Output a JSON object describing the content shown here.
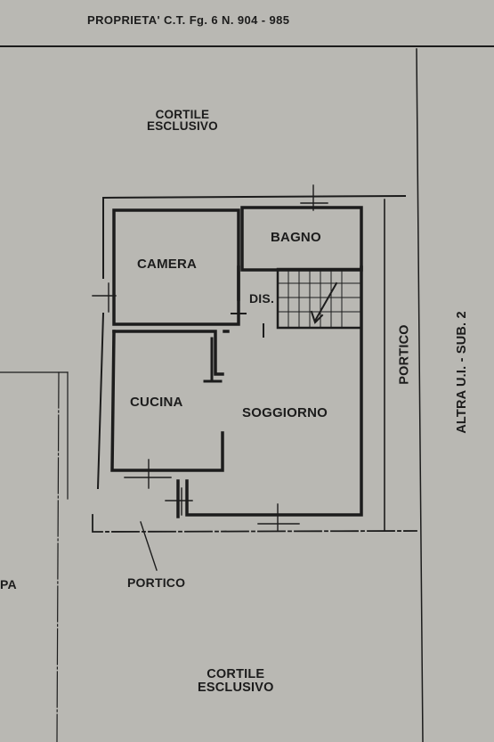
{
  "header": {
    "cadastral": "PROPRIETA' C.T. Fg. 6 N. 904 - 985"
  },
  "yard": {
    "top_line1": "CORTILE",
    "top_line2": "ESCLUSIVO",
    "bottom_line1": "CORTILE",
    "bottom_line2": "ESCLUSIVO"
  },
  "rooms": {
    "camera": "CAMERA",
    "bagno": "BAGNO",
    "dis": "DIS.",
    "cucina": "CUCINA",
    "soggiorno": "SOGGIORNO"
  },
  "portico": {
    "side": "PORTICO",
    "front": "PORTICO"
  },
  "neighbor": {
    "unit": "ALTRA U.I. - SUB. 2",
    "left_fragment": "PA"
  },
  "colors": {
    "paper": "#b9b8b3",
    "ink": "#1c1c1c"
  }
}
